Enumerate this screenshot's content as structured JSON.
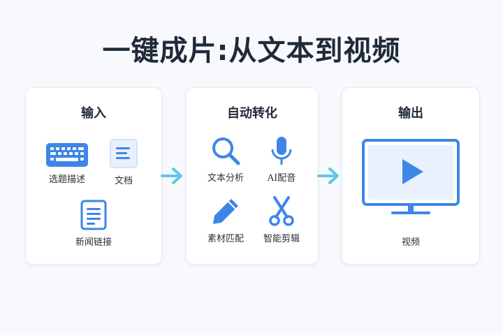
{
  "title": "一键成片:从文本到视频",
  "input": {
    "title": "输入",
    "items": [
      {
        "label": "选题描述",
        "icon": "keyboard-icon"
      },
      {
        "label": "文档",
        "icon": "document-icon"
      },
      {
        "label": "新闻链接",
        "icon": "news-document-icon"
      }
    ]
  },
  "transform": {
    "title": "自动转化",
    "items": [
      {
        "label": "文本分析",
        "icon": "search-icon"
      },
      {
        "label": "AI配音",
        "icon": "microphone-icon"
      },
      {
        "label": "素材匹配",
        "icon": "pencil-icon"
      },
      {
        "label": "智能剪辑",
        "icon": "scissors-icon"
      }
    ]
  },
  "output": {
    "title": "输出",
    "items": [
      {
        "label": "视频",
        "icon": "monitor-play-icon"
      }
    ]
  },
  "colors": {
    "primary": "#3d86e8",
    "arrow": "#5ec8ea",
    "title": "#1f2a3a"
  }
}
